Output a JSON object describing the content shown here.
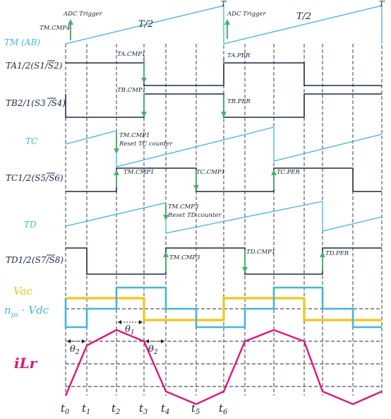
{
  "signals": {
    "tm": "TM (AB)",
    "ta": "TA1/2(S1/S2)",
    "tb": "TB2/1(S3 /S4)",
    "tc": "TC",
    "tc12": "TC1/2(S5/S6)",
    "td": "TD",
    "td12": "TD1/2(S7/S8)",
    "vac": "Vac",
    "nps": "n",
    "nps_sub": "ps",
    "vdc": " · Vdc",
    "ilr": "iLr"
  },
  "annotations": {
    "tm_cmp4": "TM.CMP4",
    "adc1": "ADC Trigger",
    "adc2": "ADC Trigger",
    "half1": "T/2",
    "half2": "T/2",
    "period1": "T",
    "period2": "T",
    "ta_cmp1": "TA.CMP1",
    "tb_cmp1": "TB.CMP1",
    "ta_per": "TA.PER",
    "tb_per": "TB.PER",
    "tm_cmp1": "TM.CMP1",
    "reset_tc": "Reset TC counter",
    "tm_cmp1b": "TM.CMP1",
    "tc_cmp1": "TC.CMP1",
    "tc_per": "TC.PER",
    "tm_cmp3": "TM.CMP3",
    "reset_td": "Reset TD counter",
    "tm_cmp3b": "TM.CMP3",
    "td_cmp1": "TD.CMP1",
    "td_per": "TD.PER",
    "theta1": "θ",
    "theta1_sub": "1",
    "theta2a": "θ",
    "theta2a_sub": "2",
    "theta2b": "θ",
    "theta2b_sub": "2"
  },
  "times": [
    {
      "t": "t",
      "s": "0"
    },
    {
      "t": "t",
      "s": "1"
    },
    {
      "t": "t",
      "s": "2"
    },
    {
      "t": "t",
      "s": "3"
    },
    {
      "t": "t",
      "s": "4"
    },
    {
      "t": "t",
      "s": "5"
    },
    {
      "t": "t",
      "s": "6"
    }
  ],
  "colors": {
    "navy": "#1b2a44",
    "cyan": "#45b4dd",
    "green": "#4caf6a",
    "yellow": "#f5c518",
    "magenta": "#e0147c"
  }
}
